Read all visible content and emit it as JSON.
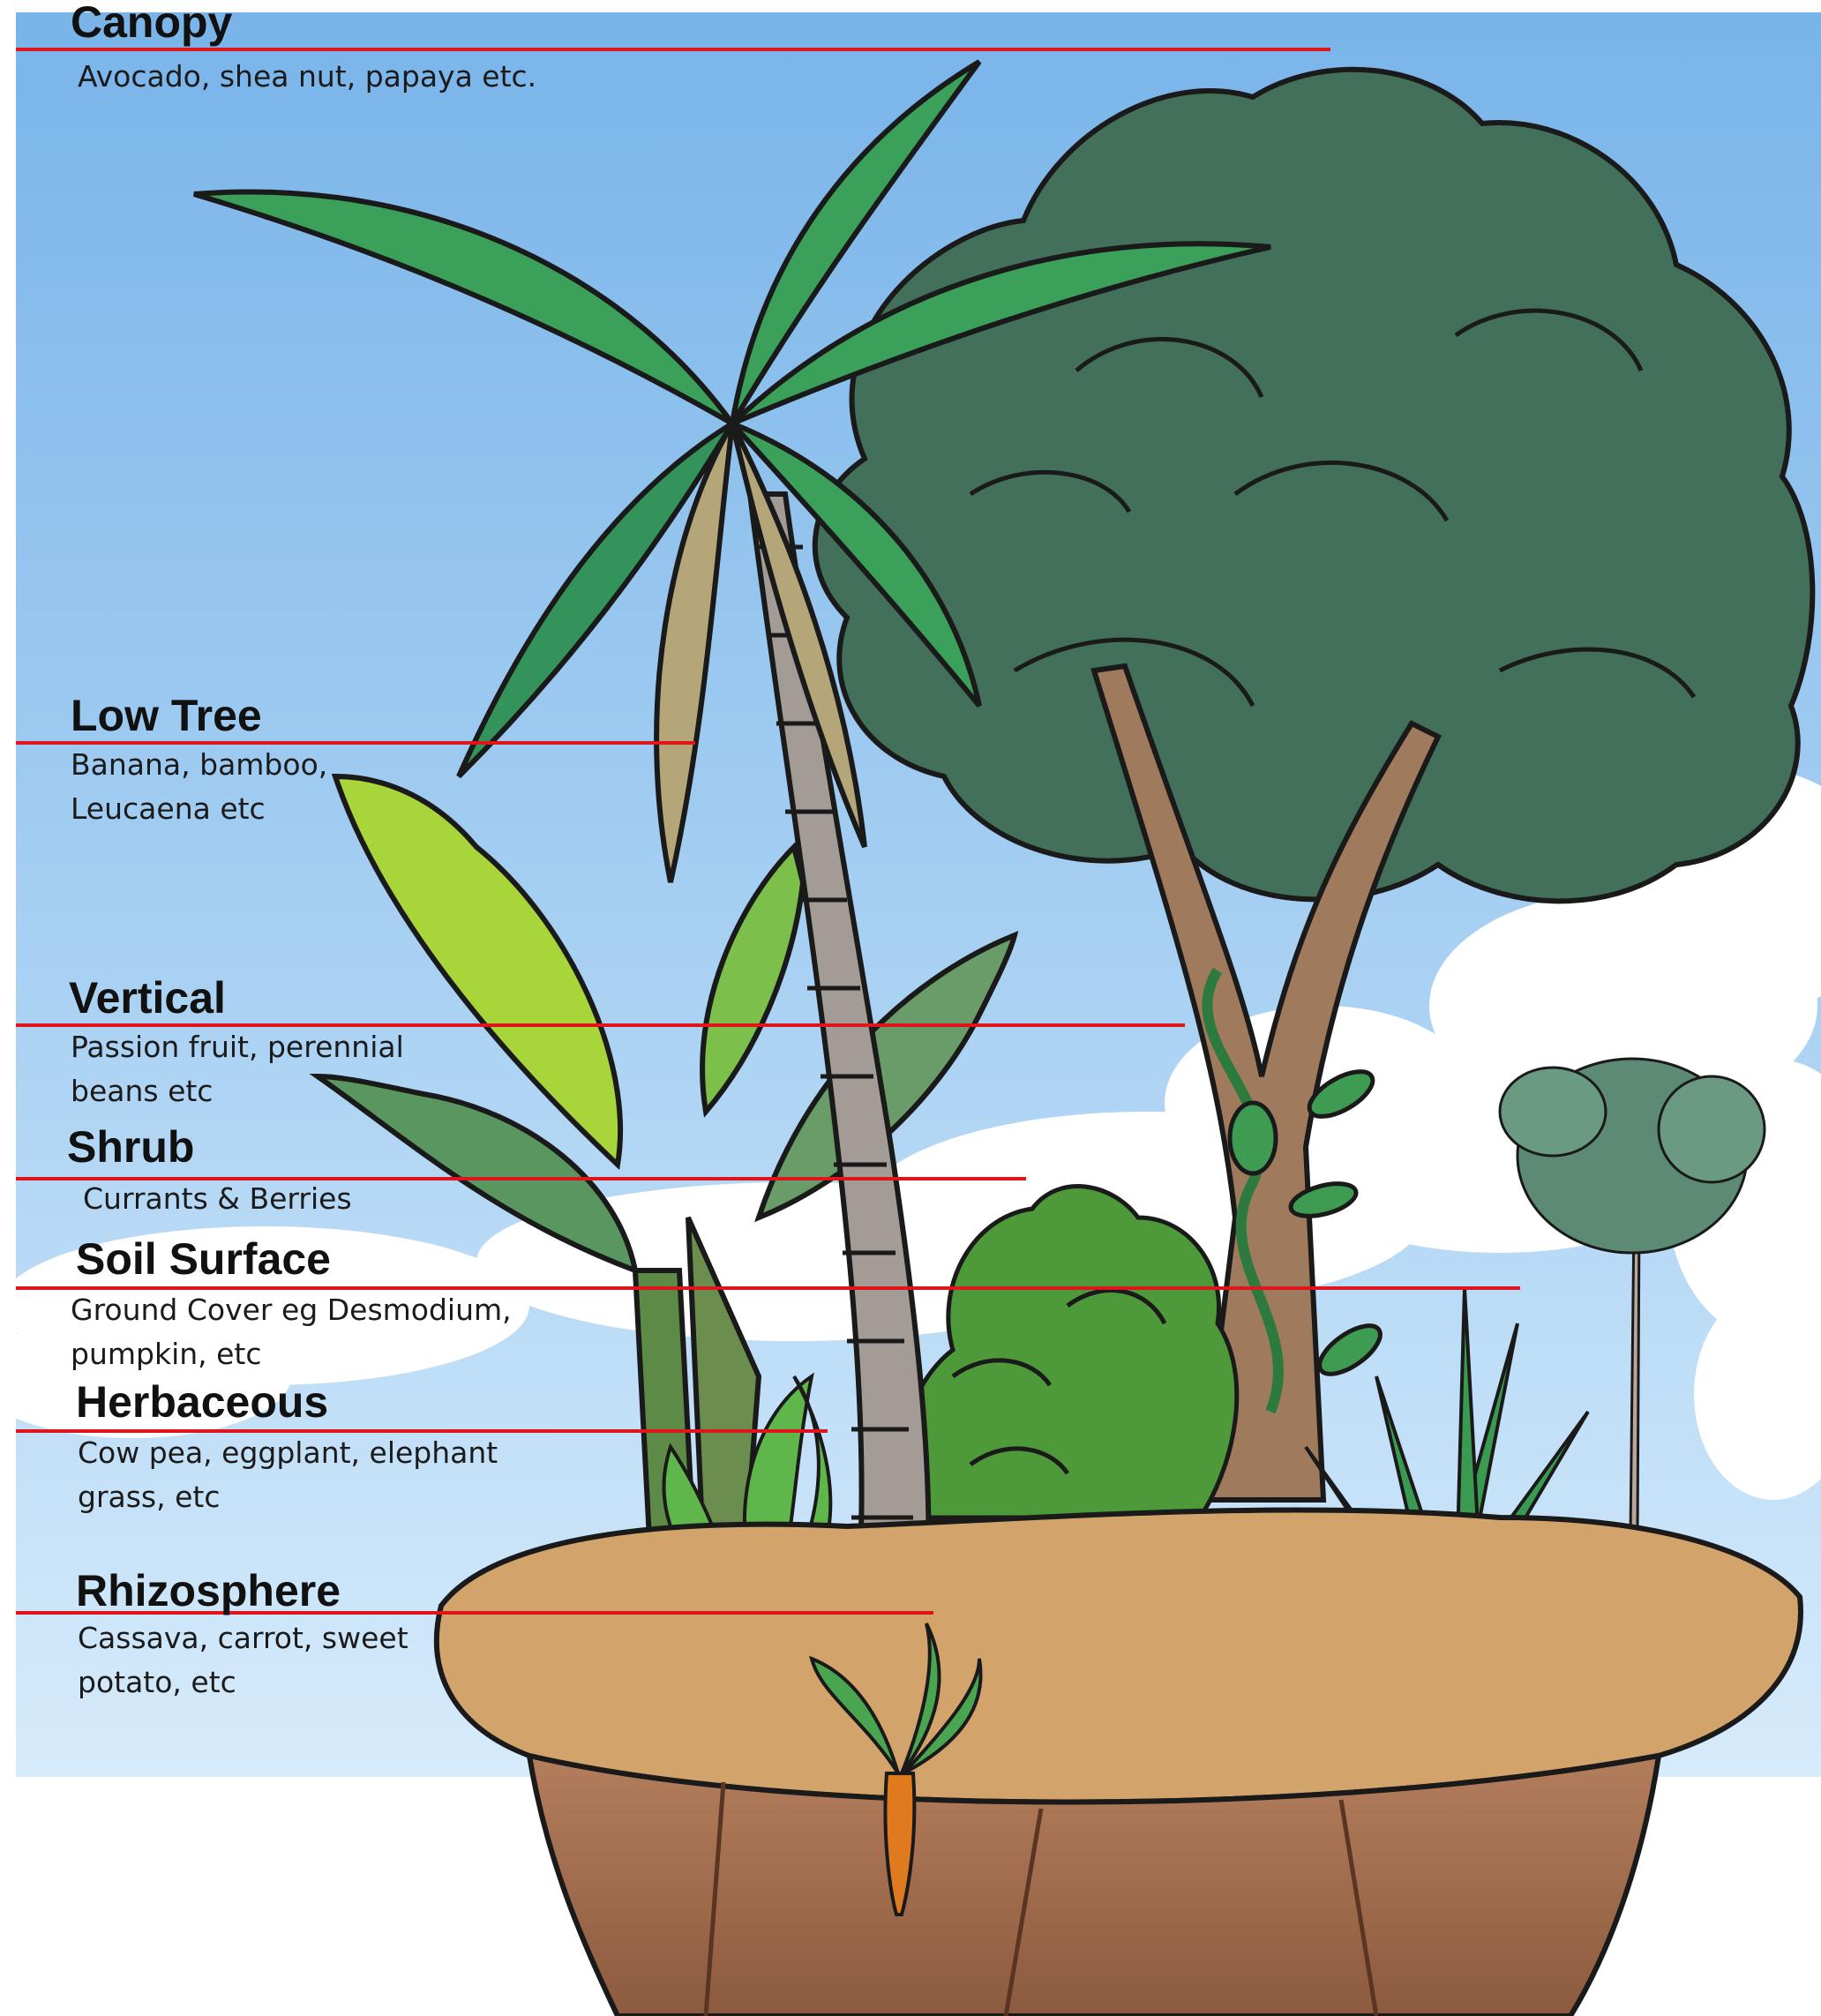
{
  "colors": {
    "sky_top": "#7ab6ea",
    "sky_bottom": "#c8e3f8",
    "guide_line": "#e0141b",
    "grass_top": "#d2a46b",
    "soil_cliff": "#a36f52",
    "dark_tree": "#3f6b55",
    "palm_leaf": "#3aa05a",
    "banana_leaf": "#a8d63a",
    "carrot": "#e07a1f"
  },
  "icons": [
    "palm-tree-icon",
    "broadleaf-tree-icon",
    "banana-plant-icon",
    "bush-icon",
    "vine-icon",
    "spiky-plant-icon",
    "carrot-icon",
    "cloud-icon"
  ],
  "layers": [
    {
      "id": "canopy",
      "title": "Canopy",
      "description": "Avocado, shea nut, papaya etc."
    },
    {
      "id": "low-tree",
      "title": "Low Tree",
      "description": "Banana, bamboo,\nLeucaena etc"
    },
    {
      "id": "vertical",
      "title": "Vertical",
      "description": "Passion fruit, perennial\nbeans etc"
    },
    {
      "id": "shrub",
      "title": "Shrub",
      "description": "Currants & Berries"
    },
    {
      "id": "soil-surface",
      "title": "Soil Surface",
      "description": "Ground Cover eg Desmodium,\npumpkin, etc"
    },
    {
      "id": "herbaceous",
      "title": "Herbaceous",
      "description": "Cow pea, eggplant, elephant\ngrass, etc"
    },
    {
      "id": "rhizosphere",
      "title": "Rhizosphere",
      "description": "Cassava, carrot, sweet\npotato, etc"
    }
  ]
}
